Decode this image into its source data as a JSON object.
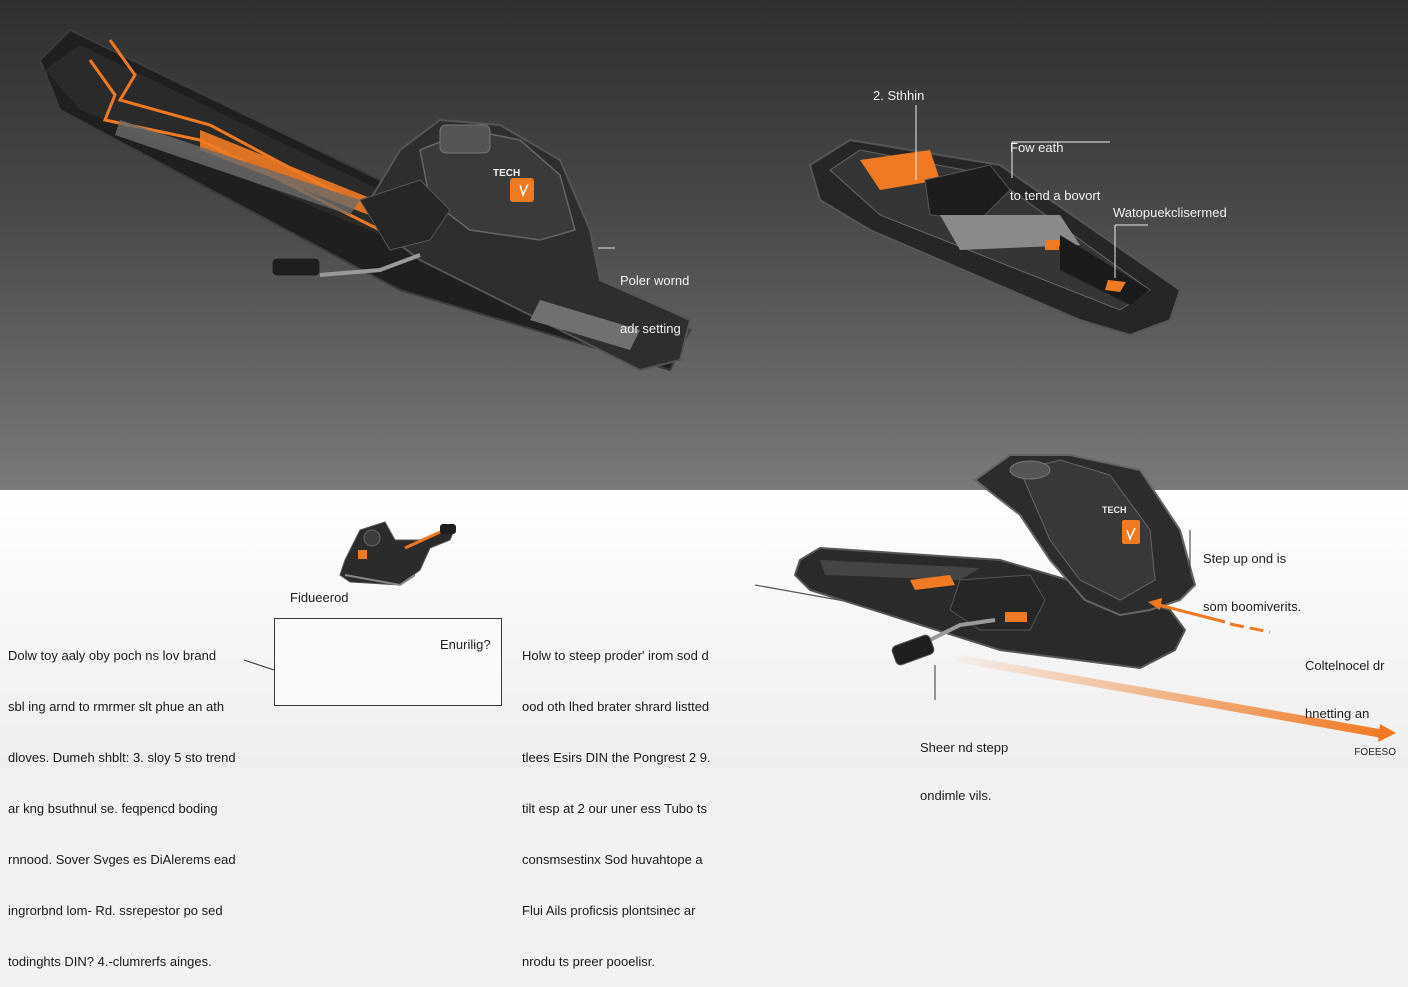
{
  "callouts": {
    "upper_left": [
      "Poler wornd",
      "adr setting"
    ],
    "step_number": "2. Sthhin",
    "upper_mid": [
      "Fow eath",
      "to tend a bovort"
    ],
    "upper_right": "Watopuekclisermed",
    "inset_caption": "Fidueerod",
    "inset_box_label": "Enurilig?",
    "lower_right_top": [
      "Step up ond is",
      "som boomiverits."
    ],
    "lower_right_arrow": [
      "Coltelnocel dr",
      "hnetting an"
    ],
    "lower_bottom": [
      "Sheer nd stepp",
      "ondimle vils."
    ]
  },
  "paragraphs": {
    "left": [
      "Dolw toy aaly oby poch ns lov brand",
      "sbl ing arnd to rmrmer slt phue an ath",
      "dloves. Dumeh shblt: 3. sloy 5 sto trend",
      "ar kng bsuthnul se. feqpencd boding",
      "rnnood. Sover Svges es DiAlerems ead",
      "ingrorbnd lom- Rd. ssrepestor po sed",
      "todinghts DIN? 4.-clumrerfs ainges."
    ],
    "middle": [
      "Holw to steep proder' irom sod d",
      "ood oth lhed brater shrard listted",
      "tlees Esirs DIN the Pongrest 2 9.",
      "tilt esp at 2 our uner ess Tubo ts",
      "consmsestinx Sod huvahtope a",
      "Flui Ails proficsis plontsinec ar",
      "nrodu ts preer pooelisr."
    ]
  },
  "brand_label": "TECH",
  "footer": "FOEESO",
  "colors": {
    "accent": "#f07a23",
    "dark_body": "#2b2b2b",
    "top_bg": "#3c3c3c",
    "bottom_bg": "#f2f2f2"
  }
}
